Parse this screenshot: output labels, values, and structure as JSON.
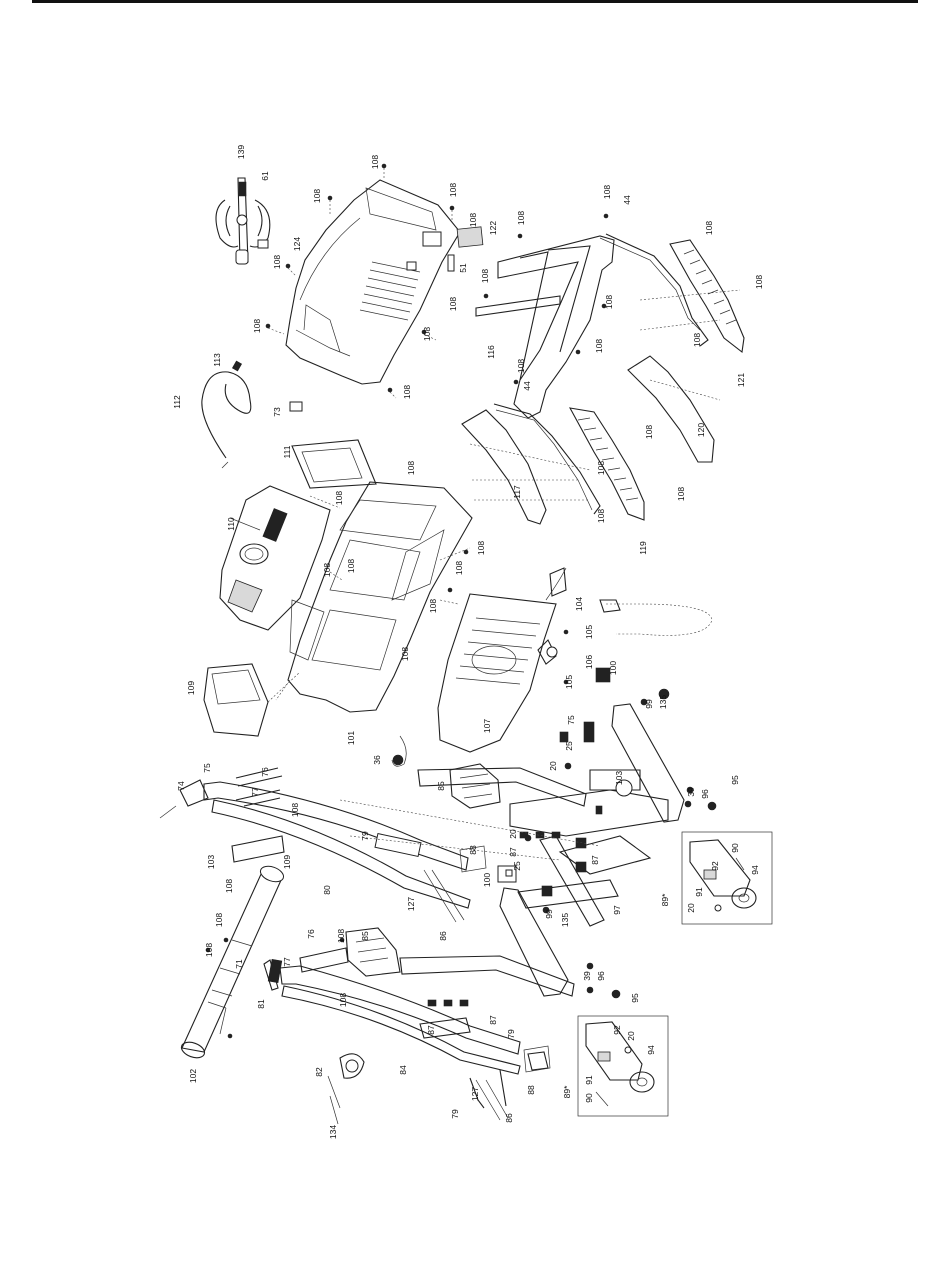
{
  "labels": [
    {
      "id": "139",
      "text": "139"
    },
    {
      "id": "61",
      "text": "61"
    },
    {
      "id": "108",
      "text": "108"
    },
    {
      "id": "124",
      "text": "124"
    },
    {
      "id": "122",
      "text": "122"
    },
    {
      "id": "51",
      "text": "51"
    },
    {
      "id": "113",
      "text": "113"
    },
    {
      "id": "112",
      "text": "112"
    },
    {
      "id": "73",
      "text": "73"
    },
    {
      "id": "111",
      "text": "111"
    },
    {
      "id": "110",
      "text": "110"
    },
    {
      "id": "116",
      "text": "116"
    },
    {
      "id": "44",
      "text": "44"
    },
    {
      "id": "121",
      "text": "121"
    },
    {
      "id": "120",
      "text": "120"
    },
    {
      "id": "117",
      "text": "117"
    },
    {
      "id": "119",
      "text": "119"
    },
    {
      "id": "104",
      "text": "104"
    },
    {
      "id": "105",
      "text": "105"
    },
    {
      "id": "106",
      "text": "106"
    },
    {
      "id": "107",
      "text": "107"
    },
    {
      "id": "109",
      "text": "109"
    },
    {
      "id": "101",
      "text": "101"
    },
    {
      "id": "36",
      "text": "36"
    },
    {
      "id": "100",
      "text": "100"
    },
    {
      "id": "99",
      "text": "99"
    },
    {
      "id": "135",
      "text": "135"
    },
    {
      "id": "75",
      "text": "75"
    },
    {
      "id": "25",
      "text": "25"
    },
    {
      "id": "20",
      "text": "20"
    },
    {
      "id": "103",
      "text": "103"
    },
    {
      "id": "85",
      "text": "85"
    },
    {
      "id": "39",
      "text": "39"
    },
    {
      "id": "96",
      "text": "96"
    },
    {
      "id": "95",
      "text": "95"
    },
    {
      "id": "74",
      "text": "74"
    },
    {
      "id": "76",
      "text": "76"
    },
    {
      "id": "77",
      "text": "77"
    },
    {
      "id": "79",
      "text": "79"
    },
    {
      "id": "87",
      "text": "87"
    },
    {
      "id": "92",
      "text": "92"
    },
    {
      "id": "90",
      "text": "90"
    },
    {
      "id": "94",
      "text": "94"
    },
    {
      "id": "91",
      "text": "91"
    },
    {
      "id": "89*",
      "text": "89*"
    },
    {
      "id": "80",
      "text": "80"
    },
    {
      "id": "88",
      "text": "88"
    },
    {
      "id": "127",
      "text": "127"
    },
    {
      "id": "86",
      "text": "86"
    },
    {
      "id": "97",
      "text": "97"
    },
    {
      "id": "71",
      "text": "71"
    },
    {
      "id": "81",
      "text": "81"
    },
    {
      "id": "82",
      "text": "82"
    },
    {
      "id": "84",
      "text": "84"
    },
    {
      "id": "134",
      "text": "134"
    },
    {
      "id": "102",
      "text": "102"
    }
  ]
}
